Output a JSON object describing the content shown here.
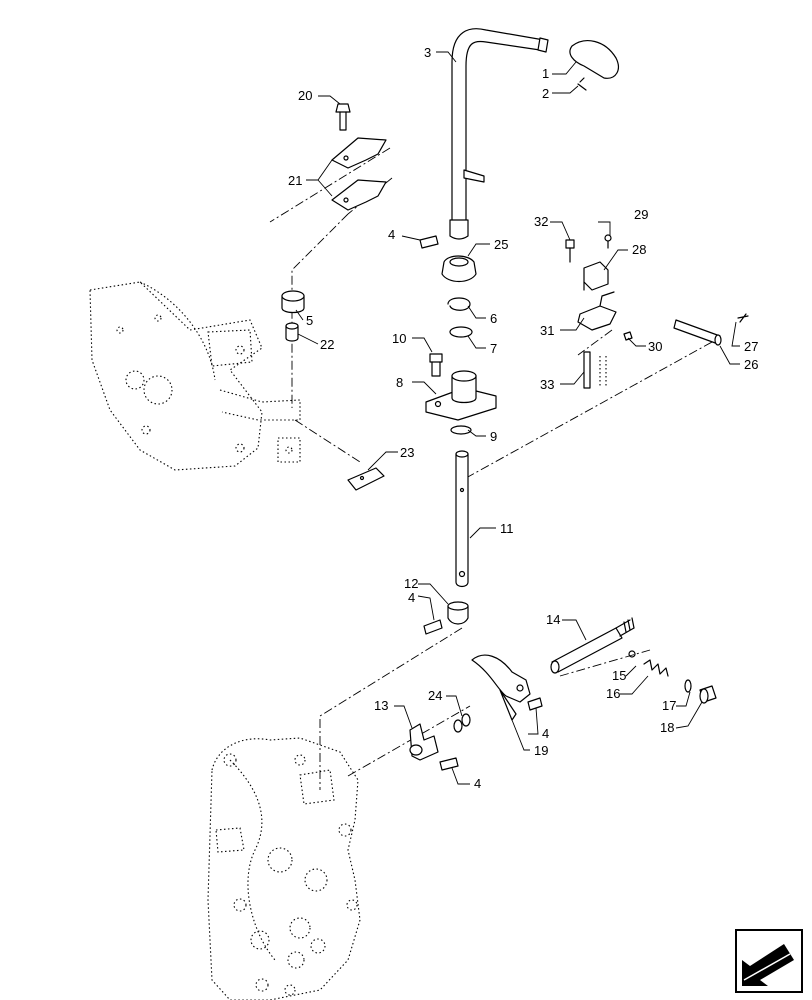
{
  "callouts": [
    "1",
    "2",
    "3",
    "4",
    "5",
    "6",
    "7",
    "8",
    "9",
    "10",
    "11",
    "12",
    "13",
    "14",
    "15",
    "16",
    "17",
    "18",
    "19",
    "20",
    "21",
    "22",
    "23",
    "24",
    "25",
    "26",
    "27",
    "28",
    "29",
    "30",
    "31",
    "32",
    "33"
  ],
  "nav_icon": "arrow-icon"
}
